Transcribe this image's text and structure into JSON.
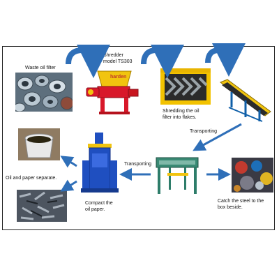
{
  "steps": {
    "waste_oil_filter": "Waste oil filter",
    "shredder_model_line1": "Shredder",
    "shredder_model_line2": "model TS303",
    "shredder_brand": "harden",
    "shredding_line1": "Shredding the oil",
    "shredding_line2": "filter into flakes.",
    "transporting_right": "Transporting",
    "transporting_middle": "Transporting",
    "oil_paper_separate": "Oil and paper separate.",
    "compact_line1": "Compact the",
    "compact_line2": "oil paper.",
    "catch_steel_line1": "Catch the steel to the",
    "catch_steel_line2": "box beside."
  },
  "colors": {
    "arrow_blue": "#2f6fb8",
    "shredder_red": "#d8182a",
    "shredder_yellow": "#f1c40f",
    "machine_green": "#2e7d6a",
    "press_blue": "#1f4fc0"
  }
}
